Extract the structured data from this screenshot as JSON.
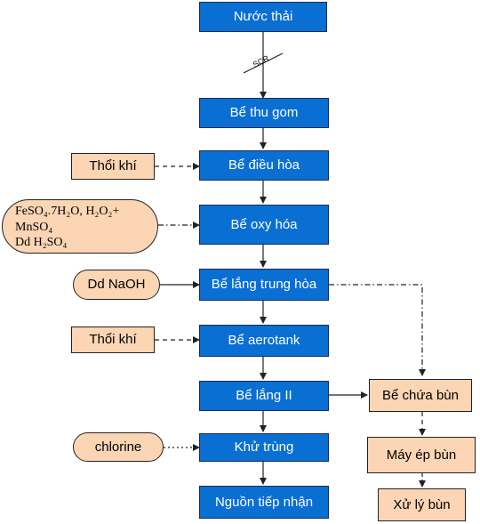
{
  "main_flow": [
    "Nước thải",
    "Bể thu gom",
    "Bể điều hòa",
    "Bể oxy hóa",
    "Bể lắng trung hòa",
    "Bể aerotank",
    "Bể lắng II",
    "Khử trùng",
    "Nguồn tiếp nhận"
  ],
  "screen_label": "SCR",
  "inputs": {
    "air_1": "Thổi khí",
    "chemicals": [
      "FeSO₄.7H₂O, H₂O₂+",
      "MnSO₄",
      "Dd H₂SO₄"
    ],
    "naoh": "Dd NaOH",
    "air_2": "Thổi khí",
    "chlorine": "chlorine"
  },
  "sludge_flow": [
    "Bể chứa bùn",
    "Máy ép bùn",
    "Xử lý bùn"
  ],
  "colors": {
    "process_fill": "#0a6fd2",
    "input_fill": "#fcd5b4",
    "line": "#222222"
  }
}
